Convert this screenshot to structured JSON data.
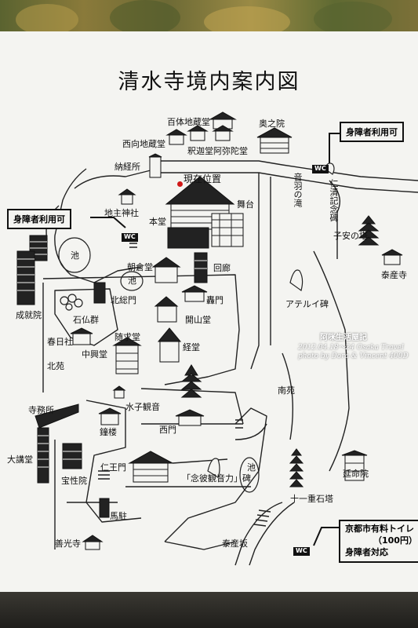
{
  "title": "清水寺境内案内図",
  "you_are_here": "現在位置",
  "accessible_boxes": [
    {
      "id": "top-right",
      "label": "身障者利用可"
    },
    {
      "id": "left",
      "label": "身障者利用可"
    }
  ],
  "toilet_info": {
    "line1": "京都市有料トイレ",
    "line2": "（100円）",
    "line3": "身障者対応"
  },
  "wc_label": "WC",
  "places": {
    "hyakutai": "百体地蔵堂",
    "okunoin": "奥之院",
    "nishimuki": "西向地蔵堂",
    "shakado": "釈迦堂",
    "amidado": "阿弥陀堂",
    "nokyosho": "納経所",
    "otowa": "音羽の滝",
    "ninsei": "仁清記念碑",
    "jishu": "地主神社",
    "hondo": "本堂",
    "butai": "舞台",
    "koyasu": "子安の塔",
    "ike1": "池",
    "ike2": "池",
    "ike3": "池",
    "taisanji": "泰産寺",
    "asakura": "朝倉堂",
    "kairo": "回廊",
    "kitasomon": "北総門",
    "todoromon": "轟門",
    "aterui": "アテルイ碑",
    "jojuin": "成就院",
    "sekibutsu": "石仏群",
    "kaisando": "開山堂",
    "kasuga": "春日社",
    "zuigudo": "随求堂",
    "kyodo": "経堂",
    "chukodo": "中興堂",
    "kitaen": "北苑",
    "minamien": "南苑",
    "mizuko": "水子観音",
    "jimusho": "寺務所",
    "shoro": "鐘楼",
    "saimon": "西門",
    "daikodo": "大講堂",
    "niomon": "仁王門",
    "hokan": "宝性院",
    "nenpi": "「念彼観音力」碑",
    "enmeiin": "延命院",
    "jyuichi": "十一重石塔",
    "umatodome": "馬駐",
    "zenkoji": "善光寺",
    "taisanzaka": "泰産坂"
  },
  "watermark": {
    "title": "阿咪生活屋記",
    "line1": "2012.04.18～24 Osaka Travel",
    "line2": "photo by Dora & Vincent  400D"
  },
  "colors": {
    "here_dot": "#d01818",
    "board": "#f4f4f1",
    "ink": "#111111"
  }
}
